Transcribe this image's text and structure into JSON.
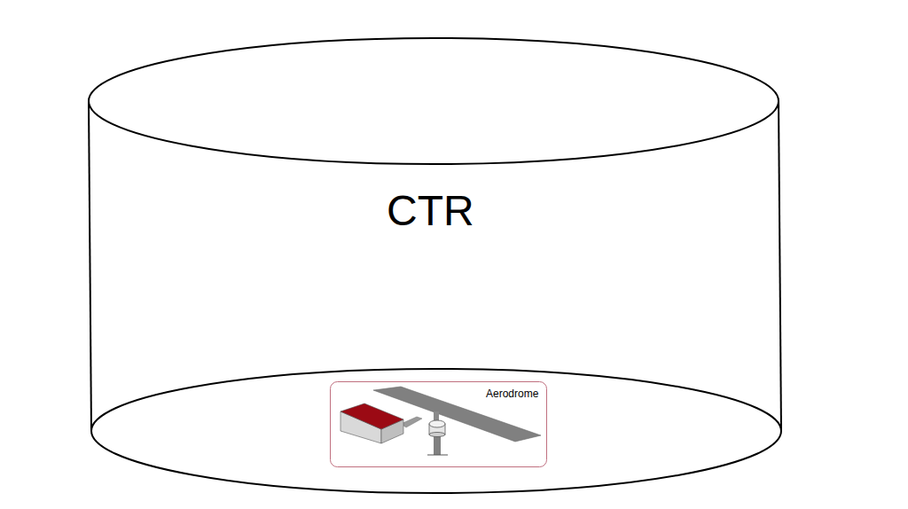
{
  "diagram": {
    "nodes": [
      {
        "text": [
          "CTR"
        ]
      },
      {
        "text": [
          "Aerodrome"
        ],
        "in": 0
      }
    ]
  }
}
